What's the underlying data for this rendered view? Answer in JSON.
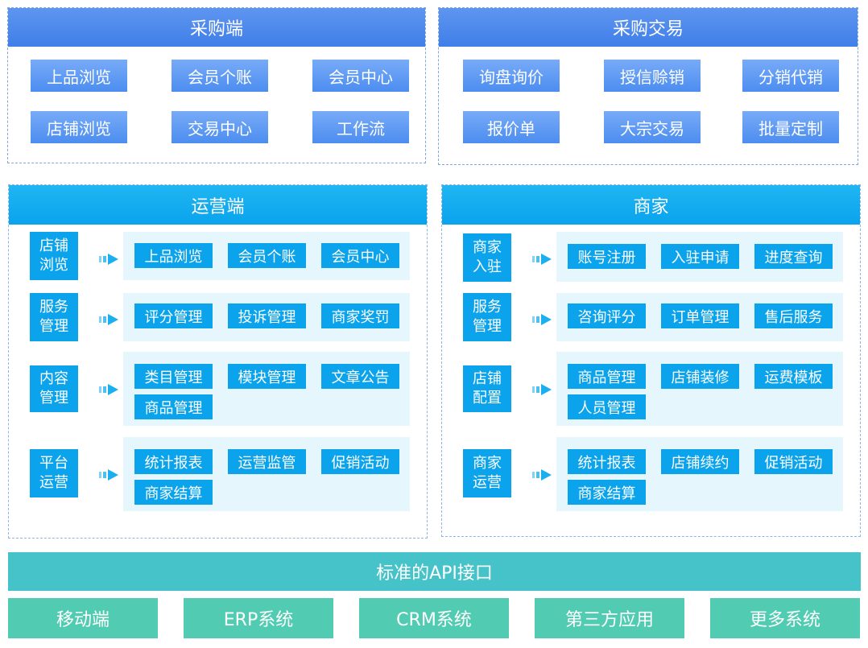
{
  "purchase_end": {
    "title": "采购端",
    "buttons": [
      "上品浏览",
      "会员个账",
      "会员中心",
      "店铺浏览",
      "交易中心",
      "工作流"
    ]
  },
  "purchase_trade": {
    "title": "采购交易",
    "buttons": [
      "询盘询价",
      "授信赊销",
      "分销代销",
      "报价单",
      "大宗交易",
      "批量定制"
    ]
  },
  "operations": {
    "title": "运营端",
    "rows": [
      {
        "label": "店铺\n浏览",
        "items": [
          "上品浏览",
          "会员个账",
          "会员中心"
        ]
      },
      {
        "label": "服务\n管理",
        "items": [
          "评分管理",
          "投诉管理",
          "商家奖罚"
        ]
      },
      {
        "label": "内容\n管理",
        "items": [
          "类目管理",
          "模块管理",
          "文章公告",
          "商品管理"
        ]
      },
      {
        "label": "平台\n运营",
        "items": [
          "统计报表",
          "运营监管",
          "促销活动",
          "商家结算"
        ]
      }
    ]
  },
  "merchant": {
    "title": "商家",
    "rows": [
      {
        "label": "商家\n入驻",
        "items": [
          "账号注册",
          "入驻申请",
          "进度查询"
        ]
      },
      {
        "label": "服务\n管理",
        "items": [
          "咨询评分",
          "订单管理",
          "售后服务"
        ]
      },
      {
        "label": "店铺\n配置",
        "items": [
          "商品管理",
          "店铺装修",
          "运费模板",
          "人员管理"
        ]
      },
      {
        "label": "商家\n运营",
        "items": [
          "统计报表",
          "店铺续约",
          "促销活动",
          "商家结算"
        ]
      }
    ]
  },
  "api": {
    "label": "标准的API接口"
  },
  "systems": [
    "移动端",
    "ERP系统",
    "CRM系统",
    "第三方应用",
    "更多系统"
  ],
  "colors": {
    "header_blue": "#4a86eb",
    "header_cyan": "#0aa3ec",
    "button_blue": "#5b98f3",
    "item_cyan": "#0aa3ec",
    "row_bg": "#e5f7fd",
    "api_bar": "#45c3c9",
    "bottom_box": "#51ccb2"
  }
}
